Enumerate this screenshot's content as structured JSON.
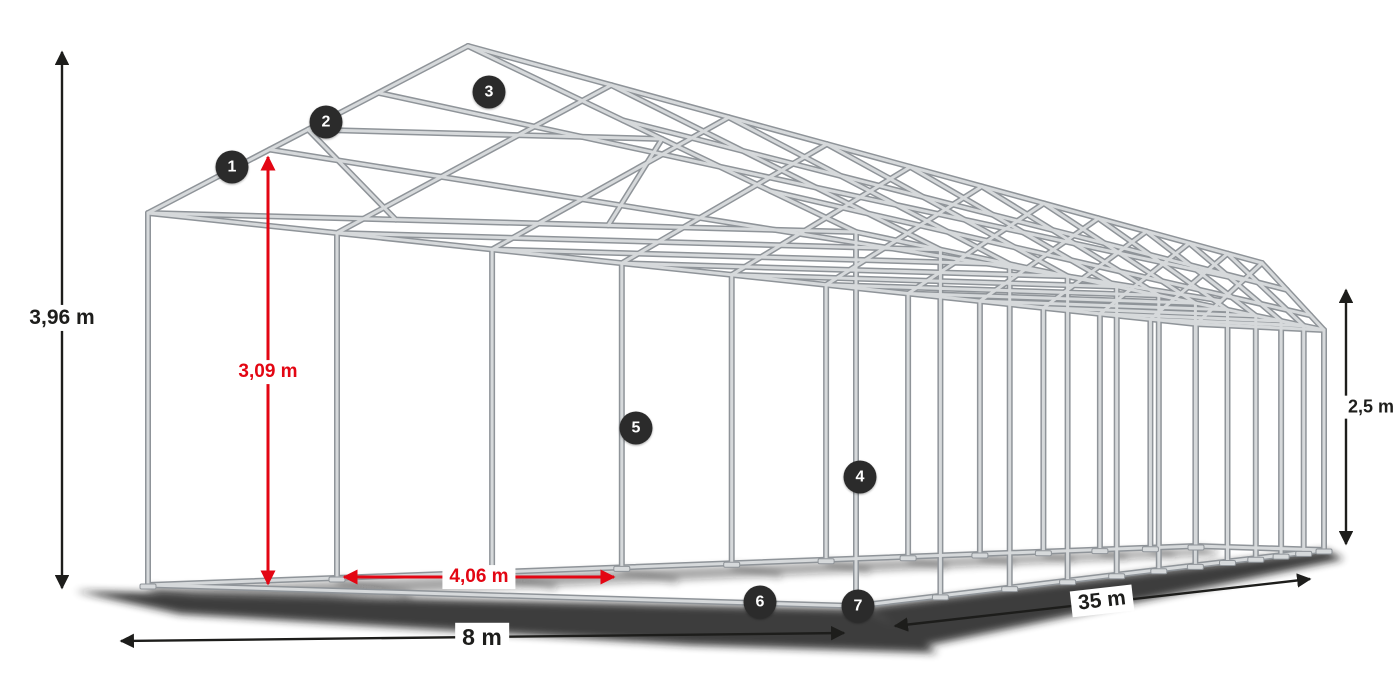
{
  "dimensions": {
    "total_height": "3,96 m",
    "entrance_height": "3,09 m",
    "entrance_width": "4,06 m",
    "width": "8 m",
    "length": "35 m",
    "side_height": "2,5 m"
  },
  "markers": [
    {
      "label": "1"
    },
    {
      "label": "2"
    },
    {
      "label": "3"
    },
    {
      "label": "4"
    },
    {
      "label": "5"
    },
    {
      "label": "6"
    },
    {
      "label": "7"
    }
  ],
  "colors": {
    "annotation_black": "#1d1d1b",
    "annotation_red": "#e30613",
    "frame_tube_light": "#d6d9db",
    "frame_tube_dark": "#8f9499",
    "shadow": "#1d1d1d",
    "background": "#ffffff"
  }
}
